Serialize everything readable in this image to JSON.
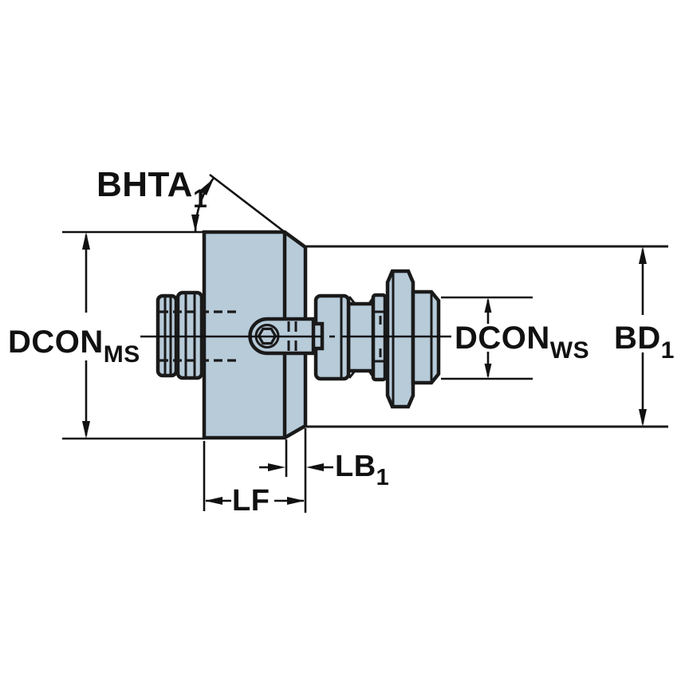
{
  "drawing": {
    "type": "technical-dimension-drawing",
    "subject": "tool-holder-adapter-side-view",
    "labels": {
      "angle": {
        "main": "BHTA",
        "sub": "1"
      },
      "machine_side_coupling_diameter": {
        "main": "DCON",
        "sub": "MS"
      },
      "workpiece_side_coupling_diameter": {
        "main": "DCON",
        "sub": "WS"
      },
      "body_diameter": {
        "main": "BD",
        "sub": "1"
      },
      "body_length": {
        "main": "LB",
        "sub": "1"
      },
      "flange_length": {
        "main": "LF",
        "sub": ""
      }
    },
    "colors": {
      "part_fill": "#b7cbd9",
      "outline": "#1a1a1a",
      "dimension_line": "#111111",
      "background": "#ffffff"
    }
  }
}
